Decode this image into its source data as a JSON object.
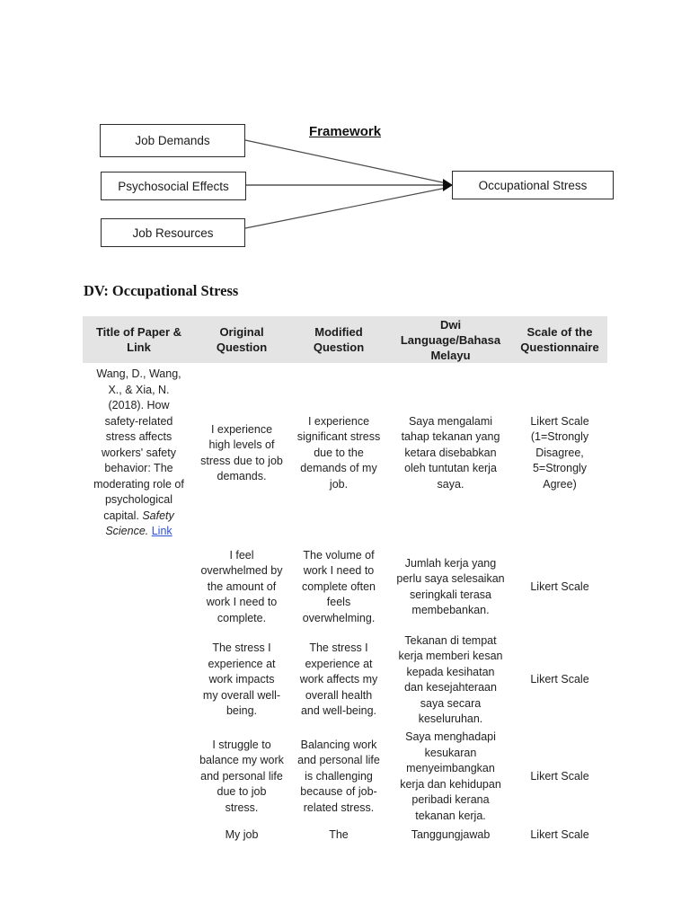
{
  "diagram": {
    "title": "Framework",
    "nodes": {
      "job_demands": "Job Demands",
      "psychosocial_effects": "Psychosocial Effects",
      "job_resources": "Job Resources",
      "occupational_stress": "Occupational Stress"
    },
    "edges": [
      {
        "from": "Job Demands",
        "to": "Occupational Stress"
      },
      {
        "from": "Psychosocial Effects",
        "to": "Occupational Stress"
      },
      {
        "from": "Job Resources",
        "to": "Occupational Stress"
      }
    ]
  },
  "section_heading": "DV: Occupational Stress",
  "colors": {
    "header_bg": "#e5e4e4",
    "body_text": "#222222",
    "link": "#2d53da",
    "box_border": "#2b2b2b"
  },
  "table": {
    "headers": [
      "Title of Paper &\nLink",
      "Original\nQuestion",
      "Modified\nQuestion",
      "Dwi\nLanguage/Bahasa\nMelayu",
      "Scale of the\nQuestionnaire"
    ],
    "paper": {
      "citation": "Wang, D., Wang,\nX., & Xia, N.\n(2018). How\nsafety-related\nstress affects\nworkers' safety\nbehavior: The\nmoderating role of\npsychological\ncapital. ",
      "journal": "Safety\nScience. ",
      "link_label": "Link"
    },
    "rows": [
      {
        "original": "I experience\nhigh levels of\nstress due to job\ndemands.",
        "modified": "I experience\nsignificant stress\ndue to the\ndemands of my\njob.",
        "malay": "Saya mengalami\ntahap tekanan yang\nketara disebabkan\noleh tuntutan kerja\nsaya.",
        "scale": "Likert Scale\n(1=Strongly\nDisagree,\n5=Strongly\nAgree)"
      },
      {
        "original": "I feel\noverwhelmed by\nthe amount of\nwork I need to\ncomplete.",
        "modified": "The volume of\nwork I need to\ncomplete often\nfeels\noverwhelming.",
        "malay": "Jumlah kerja yang\nperlu saya selesaikan\nseringkali terasa\nmembebankan.",
        "scale": "Likert Scale"
      },
      {
        "original": "The stress I\nexperience at\nwork impacts\nmy overall well-\nbeing.",
        "modified": "The stress I\nexperience at\nwork affects my\noverall health\nand well-being.",
        "malay": "Tekanan di tempat\nkerja memberi kesan\nkepada kesihatan\ndan kesejahteraan\nsaya secara\nkeseluruhan.",
        "scale": "Likert Scale"
      },
      {
        "original": "I struggle to\nbalance my work\nand personal life\ndue to job\nstress.",
        "modified": "Balancing work\nand personal life\nis challenging\nbecause of job-\nrelated stress.",
        "malay": "Saya menghadapi\nkesukaran\nmenyeimbangkan\nkerja dan kehidupan\nperibadi kerana\ntekanan kerja.",
        "scale": "Likert Scale"
      },
      {
        "original": "My job",
        "modified": "The",
        "malay": "Tanggungjawab",
        "scale": "Likert Scale"
      }
    ]
  }
}
